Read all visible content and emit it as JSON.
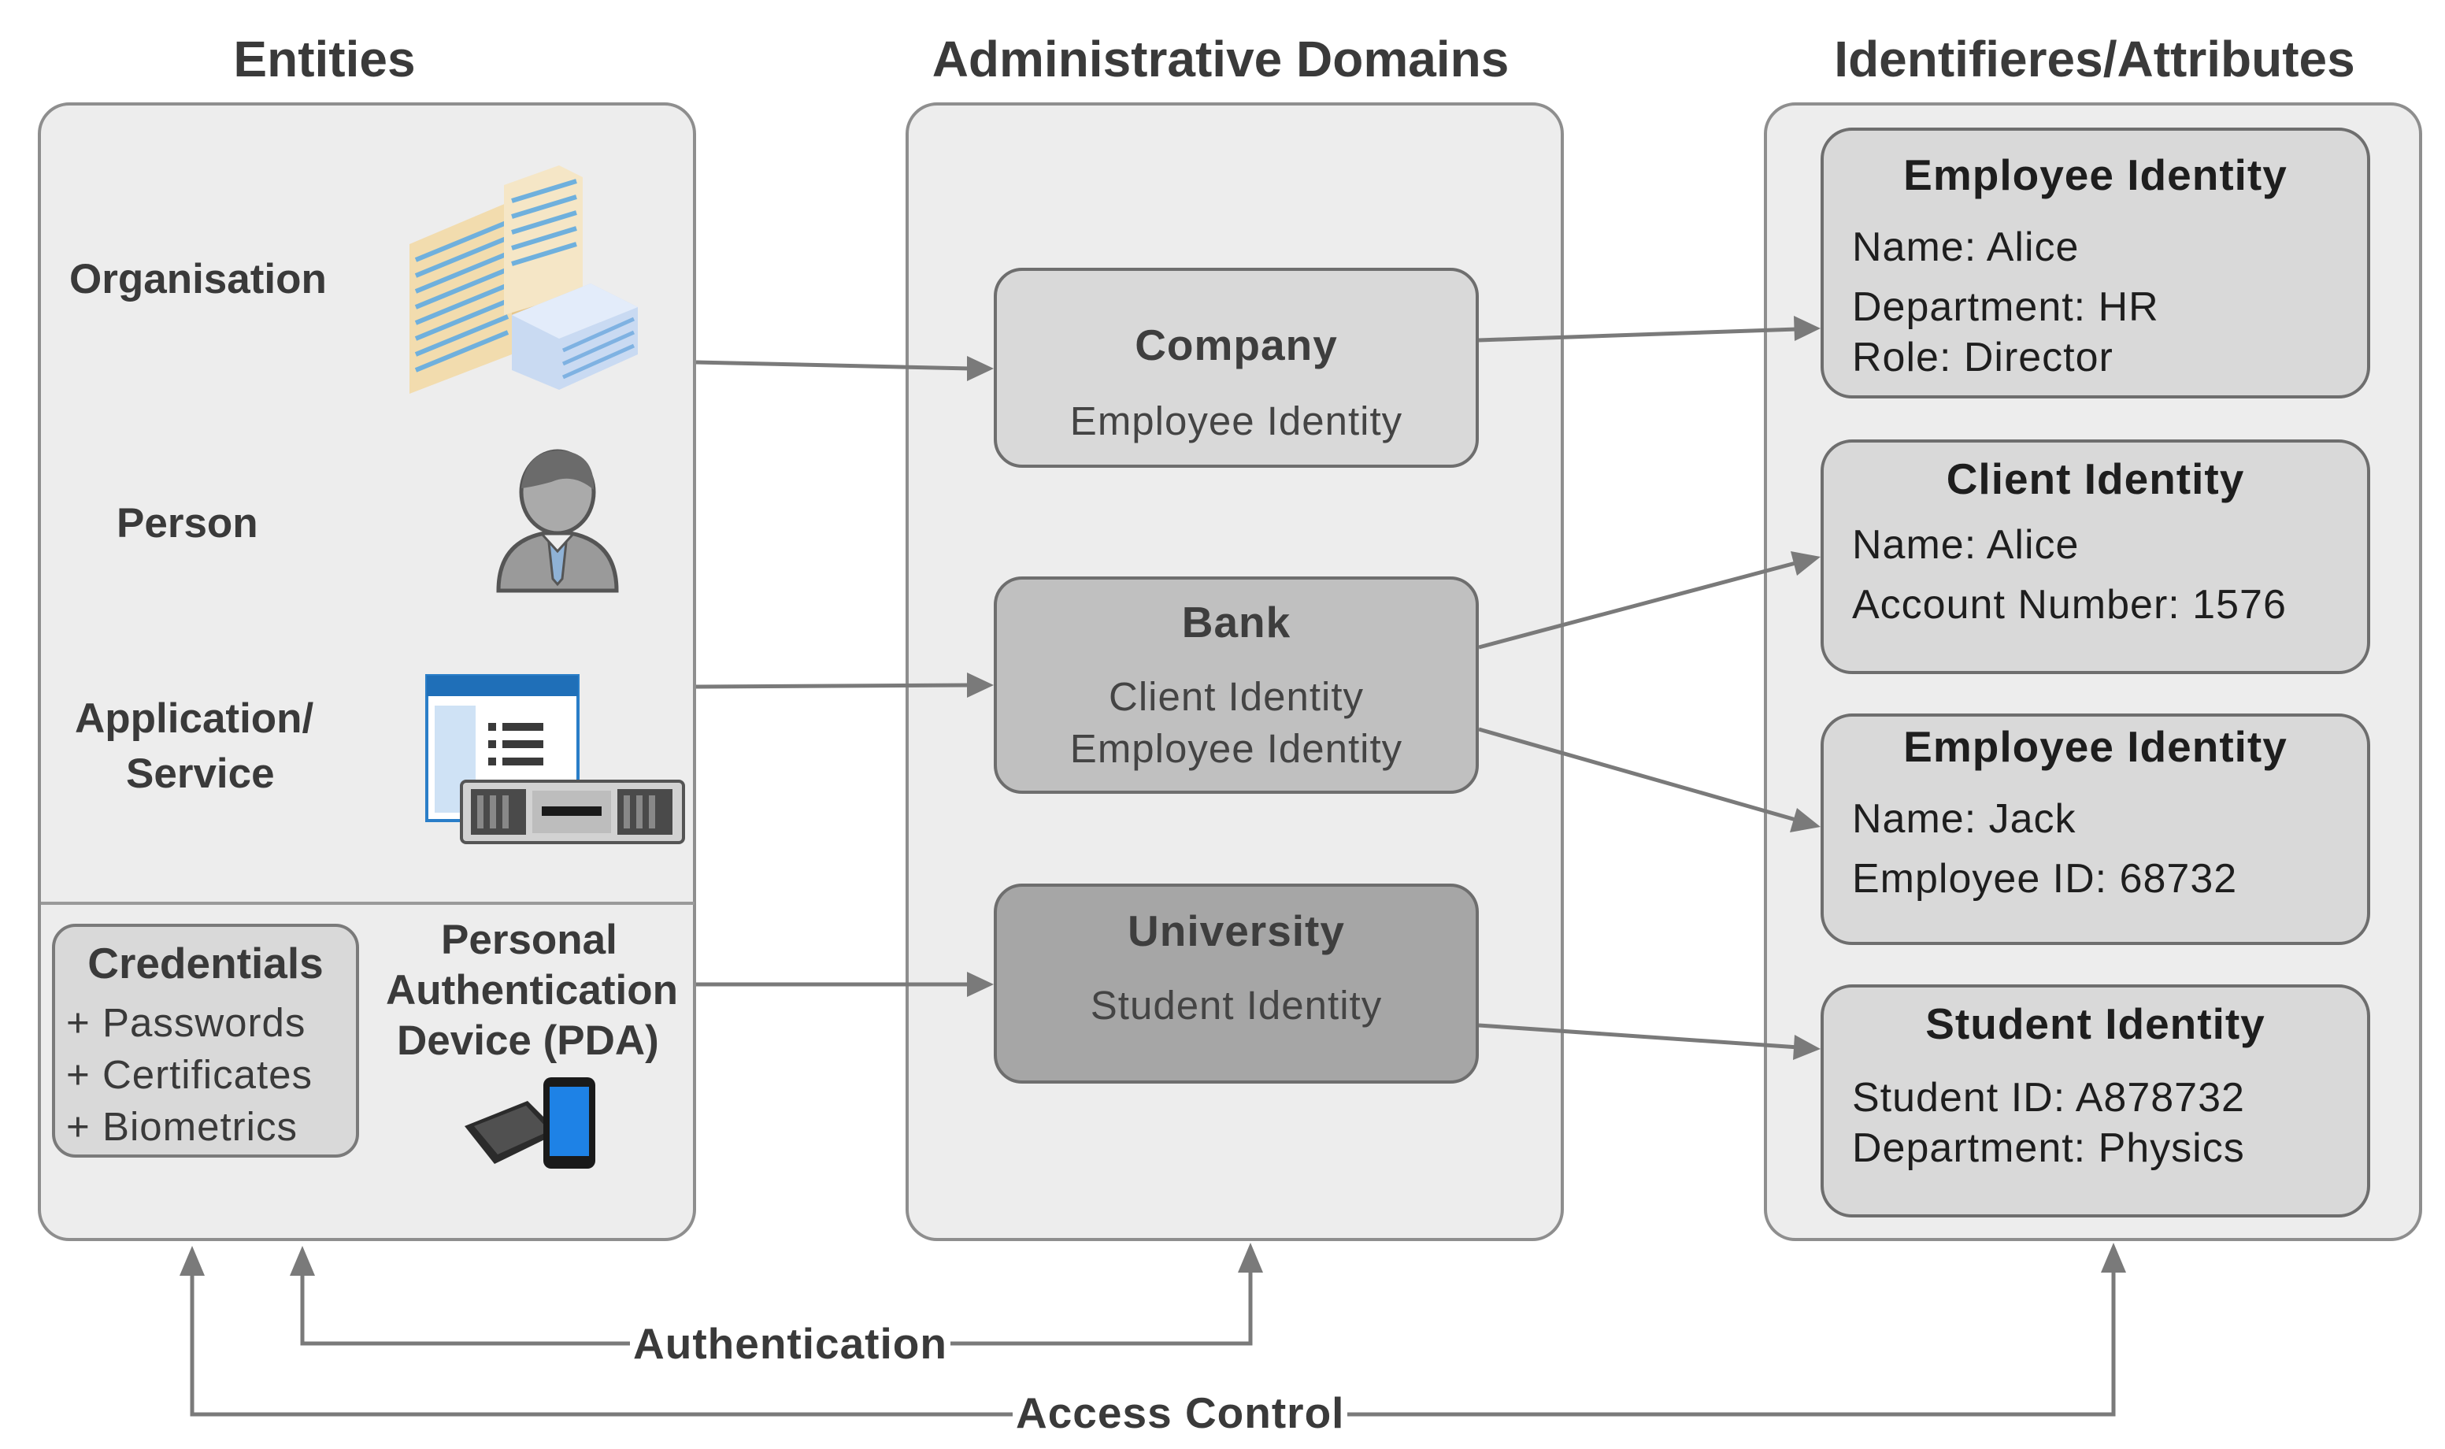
{
  "columns": {
    "entities": "Entities",
    "domains": "Administrative Domains",
    "identifiers": "Identifieres/Attributes"
  },
  "entities": {
    "organisation": "Organisation",
    "person": "Person",
    "application_line1": "Application/",
    "application_line2": "Service",
    "credentials": {
      "title": "Credentials",
      "items": [
        "+ Passwords",
        "+ Certificates",
        "+ Biometrics"
      ]
    },
    "pda_line1": "Personal",
    "pda_line2": "Authentication",
    "pda_line3": "Device (PDA)",
    "icons": [
      "buildings-icon",
      "person-icon",
      "application-window-icon",
      "server-icon",
      "tablet-phone-icon"
    ]
  },
  "domains": [
    {
      "name": "Company",
      "identities": [
        "Employee Identity"
      ],
      "fill": "#d9d9d9"
    },
    {
      "name": "Bank",
      "identities": [
        "Client Identity",
        "Employee Identity"
      ],
      "fill": "#c0c0c0"
    },
    {
      "name": "University",
      "identities": [
        "Student Identity"
      ],
      "fill": "#a6a6a6"
    }
  ],
  "identifiers": [
    {
      "title": "Employee Identity",
      "lines": [
        "Name: Alice",
        "Department: HR",
        "Role: Director"
      ]
    },
    {
      "title": "Client Identity",
      "lines": [
        "Name: Alice",
        "Account Number: 1576"
      ]
    },
    {
      "title": "Employee Identity",
      "lines": [
        "Name: Jack",
        "Employee ID: 68732"
      ]
    },
    {
      "title": "Student Identity",
      "lines": [
        "Student ID: A878732",
        "Department: Physics"
      ]
    }
  ],
  "flows": {
    "authentication": "Authentication",
    "access_control": "Access Control"
  },
  "colors": {
    "panel": "#ededed",
    "arrow": "#7a7a7a",
    "text": "#3a3a3a"
  }
}
